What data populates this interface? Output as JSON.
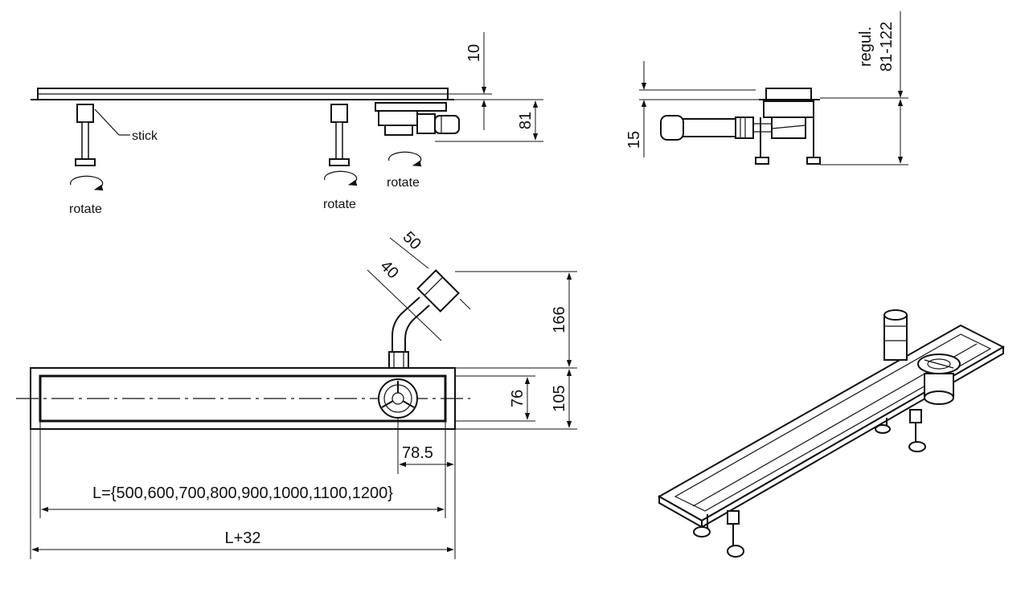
{
  "labels": {
    "stick": "stick",
    "rotate_left": "rotate",
    "rotate_mid": "rotate",
    "rotate_right": "rotate",
    "dim_10": "10",
    "dim_81": "81",
    "dim_15": "15",
    "regul_line1": "regul.",
    "regul_line2": "81-122",
    "dim_50": "50",
    "dim_40": "40",
    "dim_166": "166",
    "dim_76": "76",
    "dim_105": "105",
    "dim_78_5": "78.5",
    "length_options": "L={500,600,700,800,900,1000,1100,1200}",
    "total_length": "L+32"
  }
}
